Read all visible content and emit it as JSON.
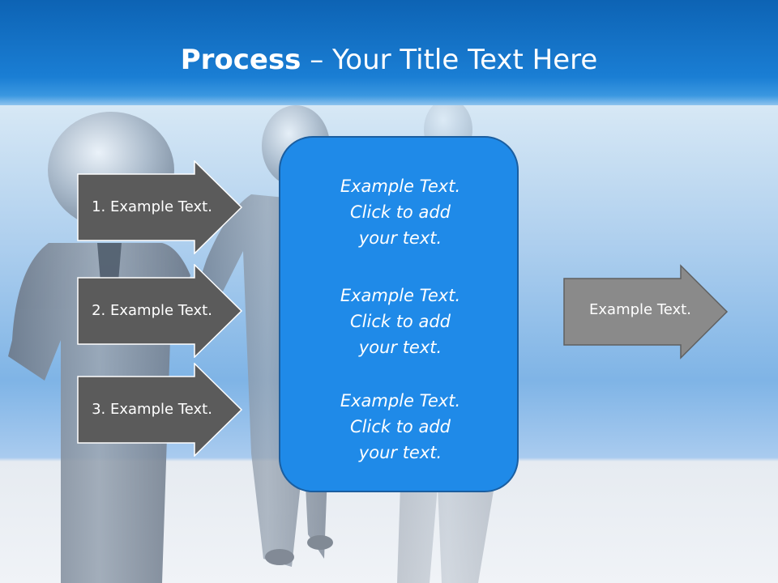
{
  "header": {
    "title_bold": "Process",
    "title_rest": " – Your Title Text Here"
  },
  "steps": [
    {
      "label": "1. Example Text."
    },
    {
      "label": "2. Example Text."
    },
    {
      "label": "3. Example Text."
    }
  ],
  "center": {
    "blocks": [
      {
        "line1": "Example Text.",
        "line2": "Click  to add",
        "line3": "your text."
      },
      {
        "line1": "Example Text.",
        "line2": "Click  to add",
        "line3": "your text."
      },
      {
        "line1": "Example Text.",
        "line2": "Click  to add",
        "line3": "your text."
      }
    ]
  },
  "output": {
    "label": "Example Text."
  },
  "colors": {
    "header": "#1a7ed4",
    "center_box": "#1f8ae8",
    "left_arrows": "#5b5b5b",
    "right_arrow": "#8a8a8a"
  }
}
